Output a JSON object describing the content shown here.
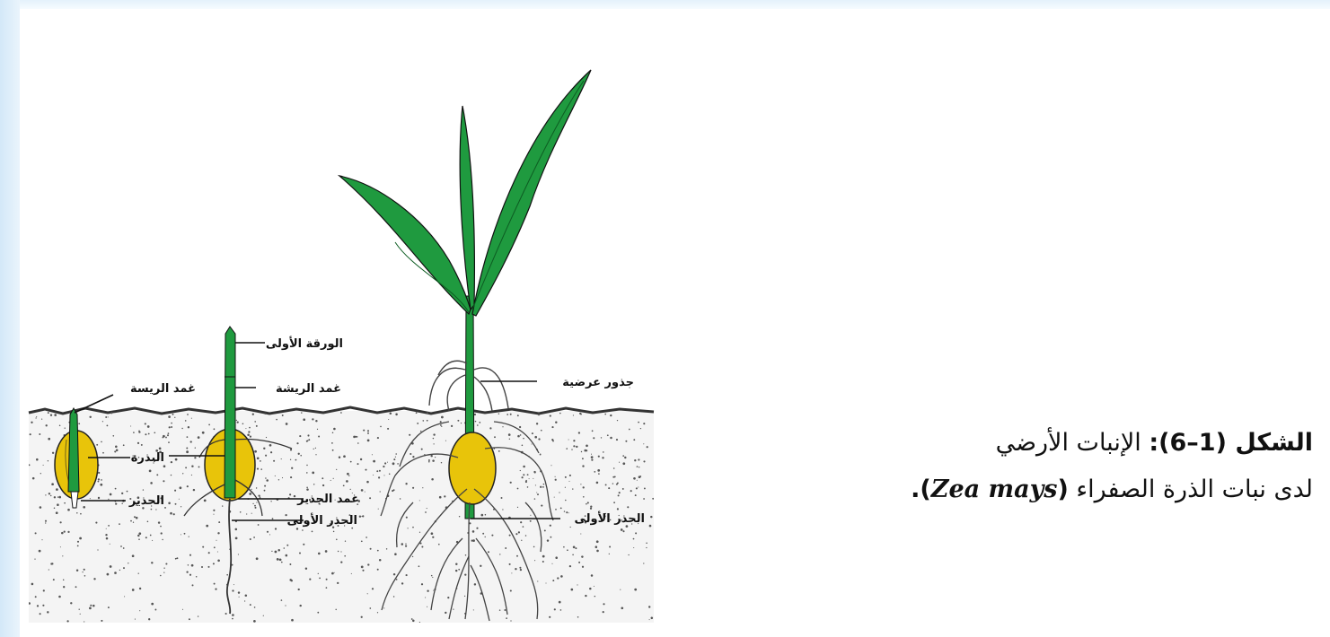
{
  "labels": {
    "first_leaf": "الورقة الأولى",
    "plumule_sheath_top": "غمد الريشة",
    "plumule_sheath_left": "غمد الريسة",
    "adventitious_roots": "جذور عرضية",
    "grain": "البذرة",
    "radicle": "الجذير",
    "radicle_sheath": "غمد الجذير",
    "primary_root_left": "الجذر الأولى",
    "primary_root_right": "الجذر الأولى"
  },
  "caption": {
    "figure_label": "الشكل (1–6):",
    "line1_text": "الإنبات الأرضي",
    "line2_text": "لدى نبات الذرة الصفراء",
    "scientific_name": "Zea mays",
    "open_paren": "(",
    "close_paren": ").",
    "colors": {
      "leaf": "#1f9a3f",
      "grain": "#e8c40a",
      "soil_dots": "#555555"
    }
  }
}
